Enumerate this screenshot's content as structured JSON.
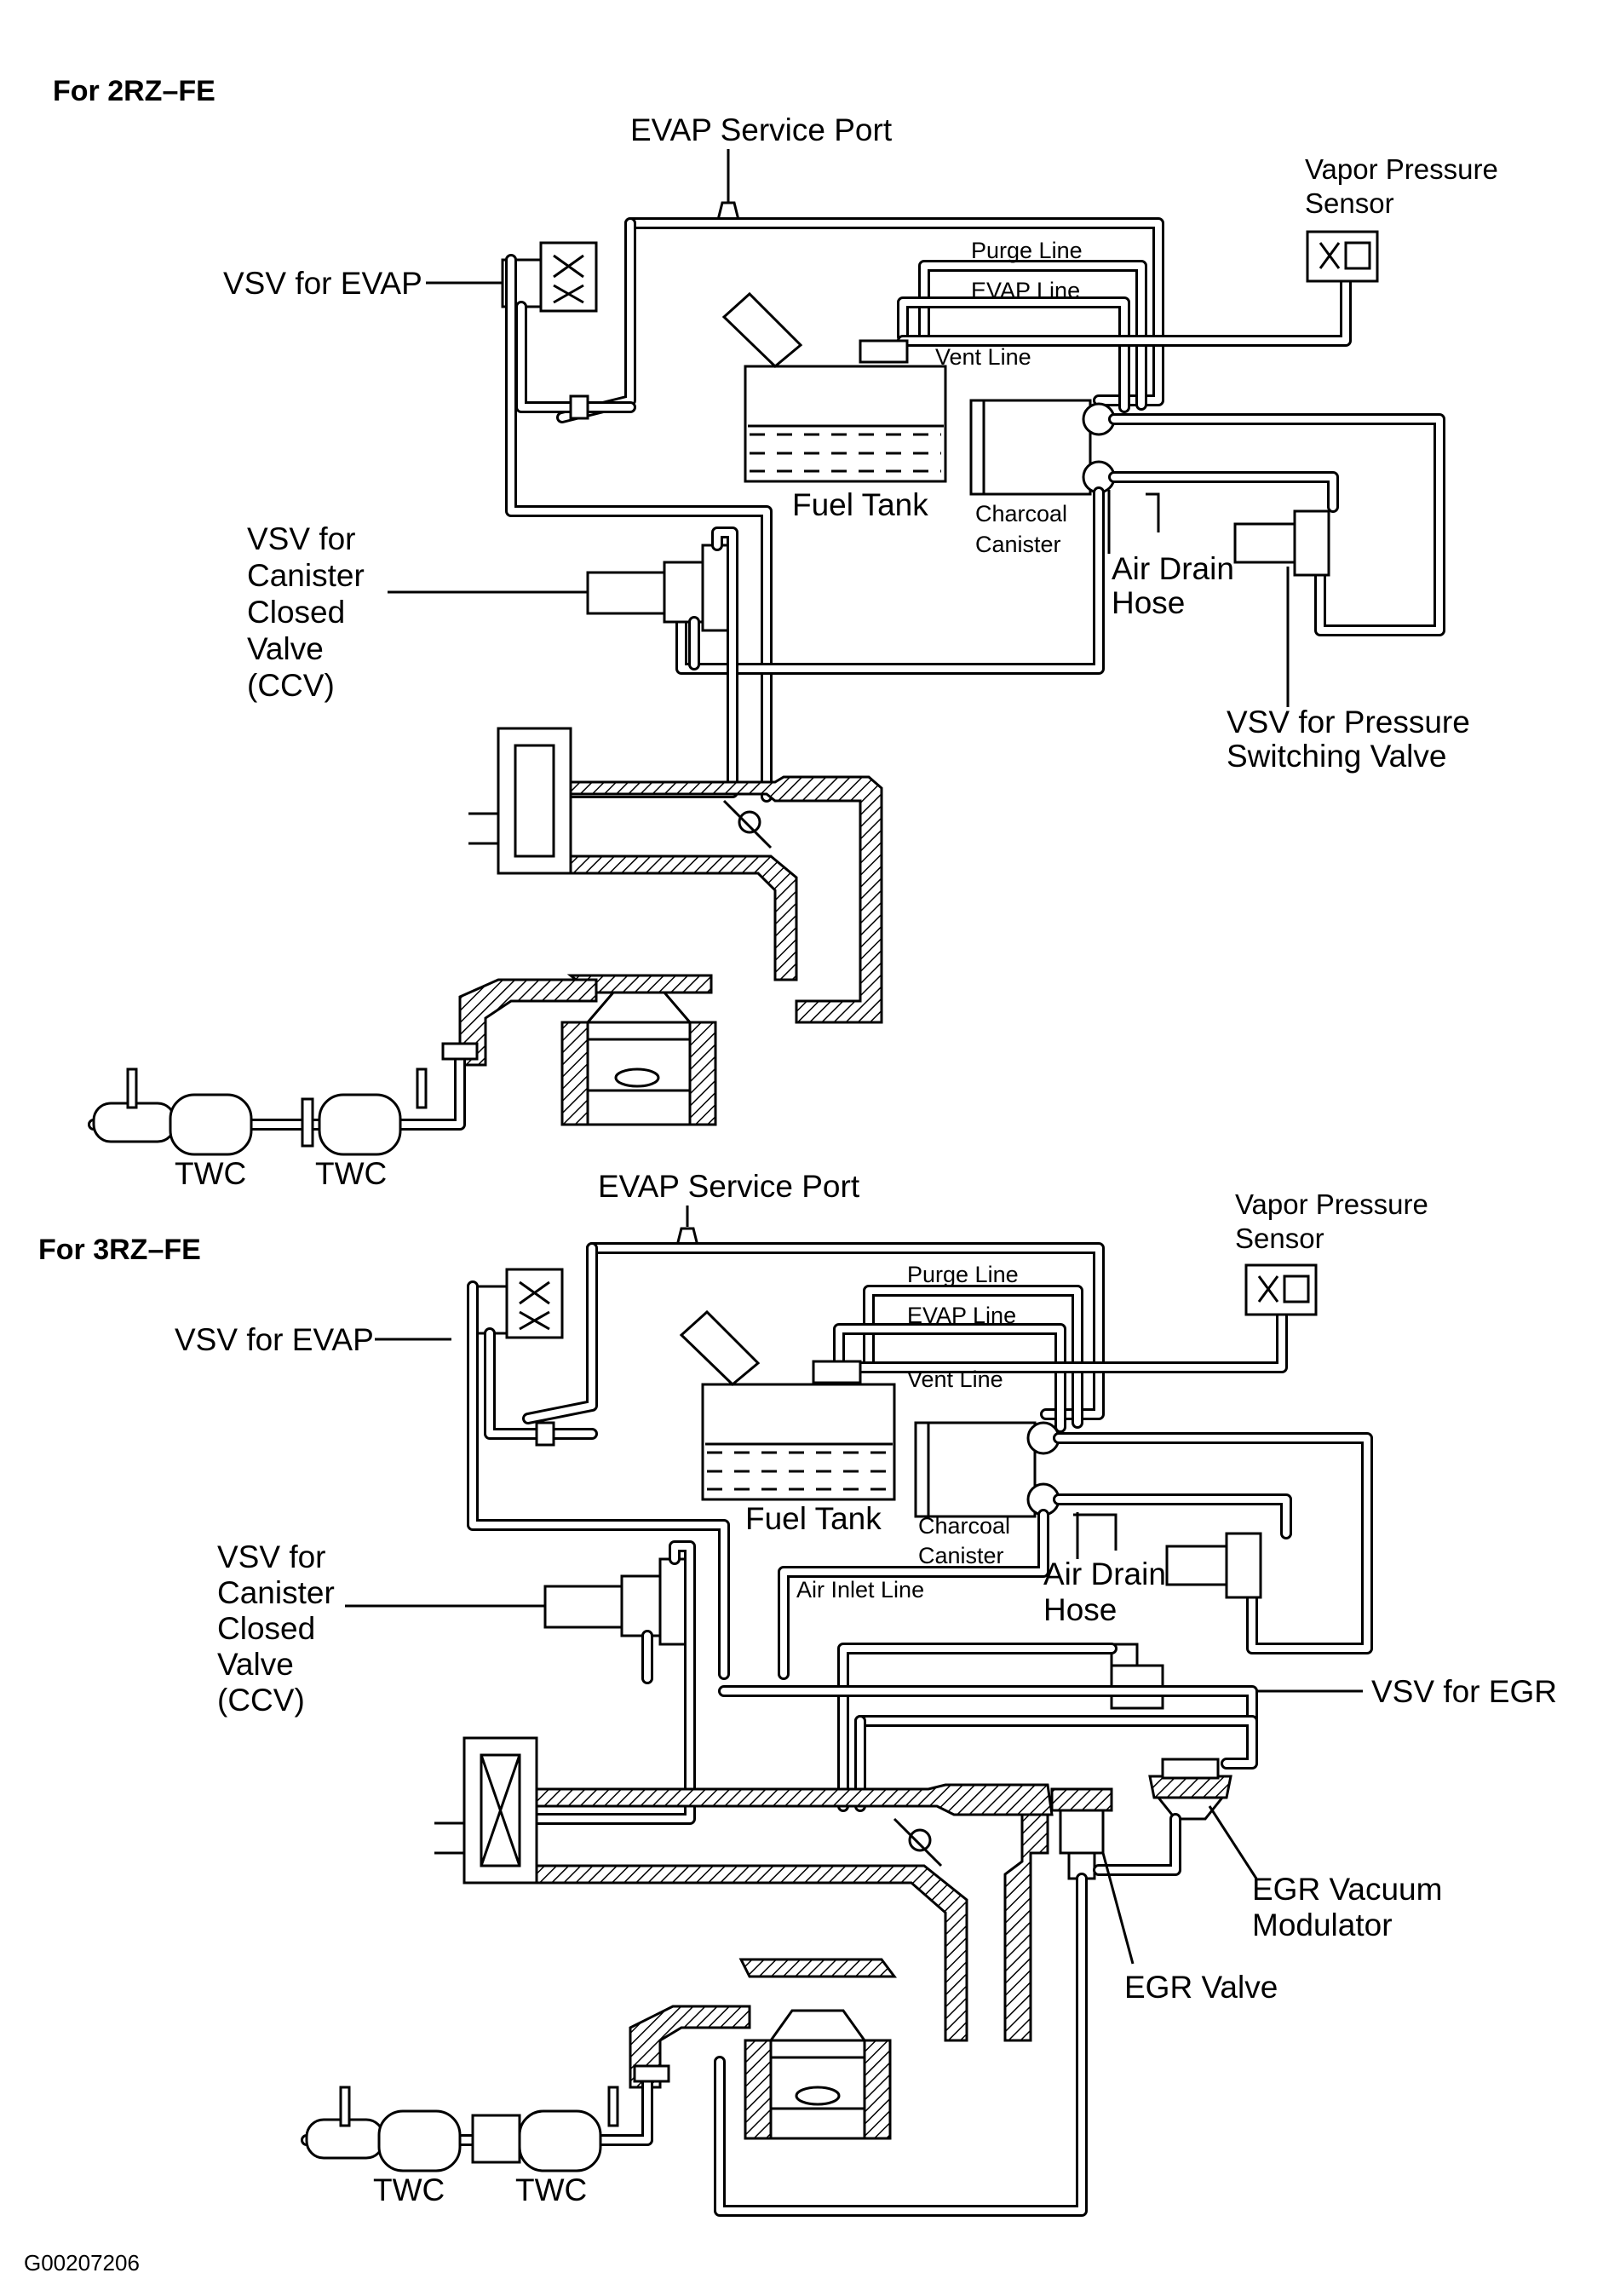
{
  "figure_code": "G00207206",
  "top": {
    "heading": "For 2RZ–FE",
    "evap_service_port": "EVAP Service Port",
    "vapor_pressure_sensor": [
      "Vapor Pressure",
      "Sensor"
    ],
    "vsv_for_evap": "VSV for EVAP",
    "purge_line": "Purge Line",
    "evap_line": "EVAP Line",
    "vent_line": "Vent Line",
    "fuel_tank": "Fuel Tank",
    "charcoal_canister": [
      "Charcoal",
      "Canister"
    ],
    "air_drain_hose": [
      "Air Drain",
      "Hose"
    ],
    "vsv_ccv": [
      "VSV for",
      "Canister",
      "Closed",
      "Valve",
      "(CCV)"
    ],
    "vsv_pressure_switching": [
      "VSV for Pressure",
      "Switching Valve"
    ],
    "twc_1": "TWC",
    "twc_2": "TWC"
  },
  "bottom": {
    "heading": "For 3RZ–FE",
    "evap_service_port": "EVAP Service Port",
    "vapor_pressure_sensor": [
      "Vapor Pressure",
      "Sensor"
    ],
    "vsv_for_evap": "VSV for EVAP",
    "purge_line": "Purge Line",
    "evap_line": "EVAP Line",
    "vent_line": "Vent Line",
    "fuel_tank": "Fuel Tank",
    "charcoal_canister": [
      "Charcoal",
      "Canister"
    ],
    "air_drain_hose": [
      "Air Drain",
      "Hose"
    ],
    "air_inlet_line": "Air Inlet Line",
    "vsv_ccv": [
      "VSV for",
      "Canister",
      "Closed",
      "Valve",
      "(CCV)"
    ],
    "vsv_for_egr": "VSV for EGR",
    "egr_vacuum_modulator": [
      "EGR Vacuum",
      "Modulator"
    ],
    "egr_valve": "EGR Valve",
    "twc_1": "TWC",
    "twc_2": "TWC"
  }
}
